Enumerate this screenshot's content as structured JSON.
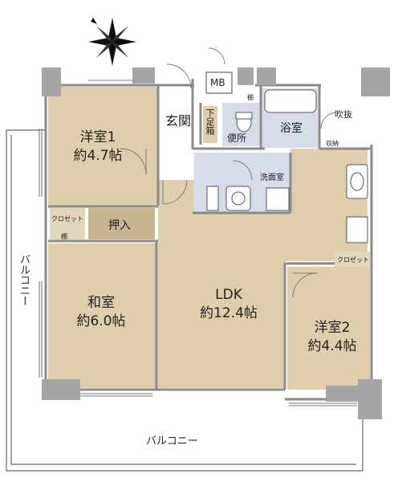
{
  "rooms": {
    "yoshitsu1": {
      "name": "洋室1",
      "area": "約4.7帖"
    },
    "washitsu": {
      "name": "和室",
      "area": "約6.0帖"
    },
    "ldk": {
      "name": "LDK",
      "area": "約12.4帖"
    },
    "yoshitsu2": {
      "name": "洋室2",
      "area": "約4.4帖"
    }
  },
  "labels": {
    "genkan": "玄関",
    "shitabako": "下足箱",
    "benjo": "便所",
    "yokushitsu": "浴室",
    "senmenshitsu": "洗面室",
    "fukinuke": "吹抜",
    "mb": "MB",
    "oshiire": "押入",
    "closet_left": "クロゼット",
    "closet_right": "クロゼット",
    "tana": "棚",
    "tana2": "棚",
    "kinoko": "収納",
    "balcony_bottom": "バルコニー",
    "balcony_left": "バルコニー"
  },
  "colors": {
    "bedroom_floor": "#dfceae",
    "ldk_floor": "#dfceae",
    "wet_area": "#d6dcea",
    "storage": "#c9b690",
    "wall": "#8a8a8a",
    "pillar": "#a5a5a5"
  }
}
